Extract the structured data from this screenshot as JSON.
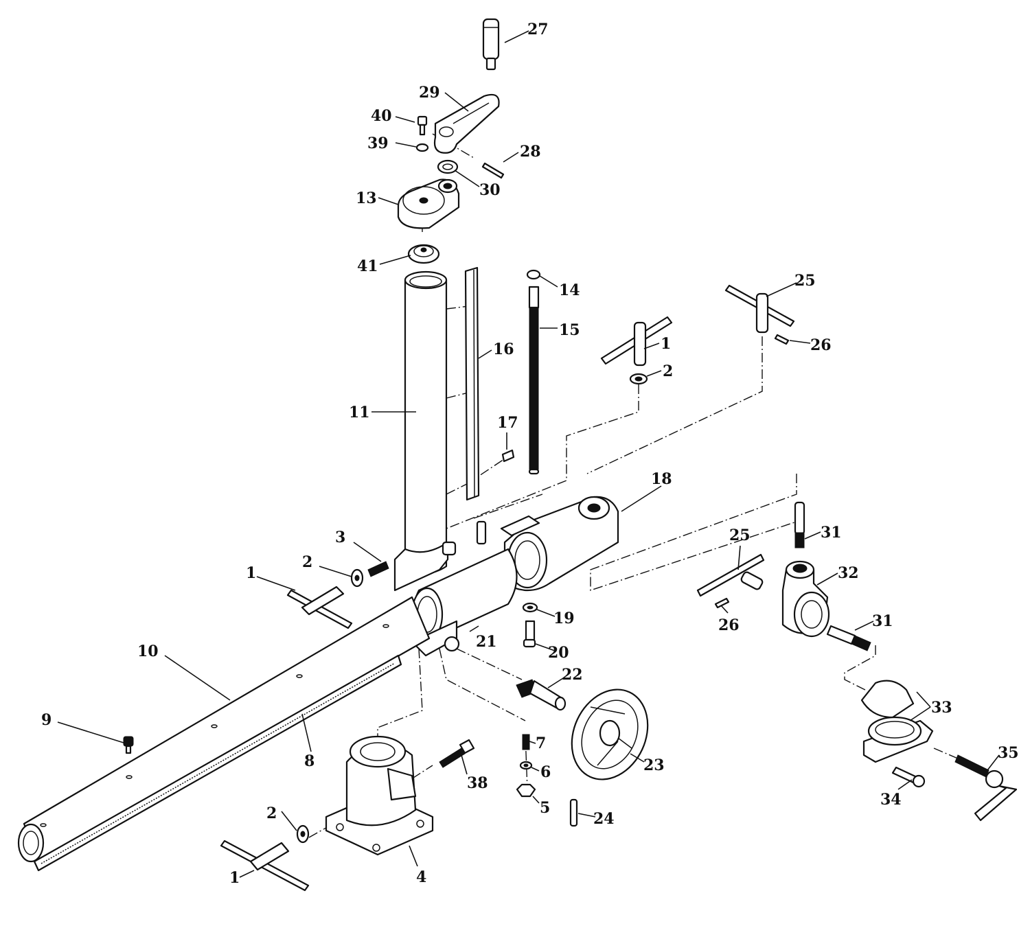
{
  "labels": {
    "l1": "1",
    "l2": "2",
    "l3": "3",
    "l4": "4",
    "l5": "5",
    "l6": "6",
    "l7": "7",
    "l8": "8",
    "l9": "9",
    "l10": "10",
    "l11": "11",
    "l13": "13",
    "l14": "14",
    "l15": "15",
    "l16": "16",
    "l17": "17",
    "l18": "18",
    "l19": "19",
    "l20": "20",
    "l21": "21",
    "l22": "22",
    "l23": "23",
    "l24": "24",
    "l25": "25",
    "l26": "26",
    "l27": "27",
    "l28": "28",
    "l29": "29",
    "l30": "30",
    "l31": "31",
    "l32": "32",
    "l33": "33",
    "l34": "34",
    "l35": "35",
    "l38": "38",
    "l39": "39",
    "l40": "40",
    "l41": "41"
  }
}
